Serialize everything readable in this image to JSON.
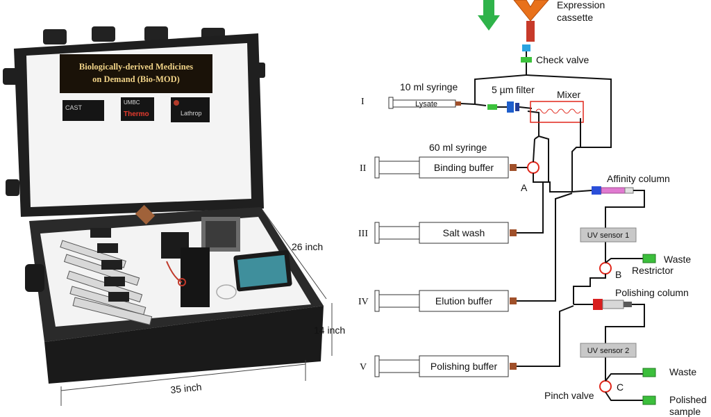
{
  "photo": {
    "banner_line1": "Biologically-derived Medicines",
    "banner_line2": "on Demand (Bio-MOD)",
    "logos": [
      "CAST",
      "UMBC",
      "Thermo",
      "Lathrop"
    ],
    "dim_depth": "26 inch",
    "dim_height": "14 inch",
    "dim_width": "35 inch"
  },
  "schematic": {
    "expression_cassette_line1": "Expression",
    "expression_cassette_line2": "cassette",
    "check_valve": "Check valve",
    "syringe_10ml": "10 ml syringe",
    "lysate": "Lysate",
    "filter": "5 µm filter",
    "mixer": "Mixer",
    "syringe_60ml": "60 ml syringe",
    "binding_buffer": "Binding buffer",
    "salt_wash": "Salt wash",
    "elution_buffer": "Elution buffer",
    "polishing_buffer": "Polishing buffer",
    "affinity_column": "Affinity column",
    "uv_sensor_1": "UV sensor 1",
    "uv_sensor_2": "UV sensor 2",
    "waste_1": "Waste",
    "waste_2": "Waste",
    "restrictor": "Restrictor",
    "polishing_column": "Polishing column",
    "pinch_valve": "Pinch valve",
    "polished_sample_line1": "Polished",
    "polished_sample_line2": "sample",
    "valve_a": "A",
    "valve_b": "B",
    "valve_c": "C",
    "roman": [
      "I",
      "II",
      "III",
      "IV",
      "V"
    ]
  },
  "colors": {
    "case_body": "#1c1c1c",
    "lid_panel": "#f4f4f4",
    "banner_bg": "#1a1208",
    "cassette_orange": "#e8711b",
    "arrow_green": "#2fb34a",
    "check_valve_green": "#3cc23c",
    "filter_blue": "#1f5fcc",
    "mixer_red": "#e0261a",
    "valve_red": "#e0261a",
    "column_pink": "#e07ad0",
    "column_blue": "#2b4fd9",
    "polish_red": "#d81f1f",
    "sensor_gray": "#c8c8c8",
    "fitting_brown": "#a0502a",
    "waste_green": "#3cbf3c"
  }
}
